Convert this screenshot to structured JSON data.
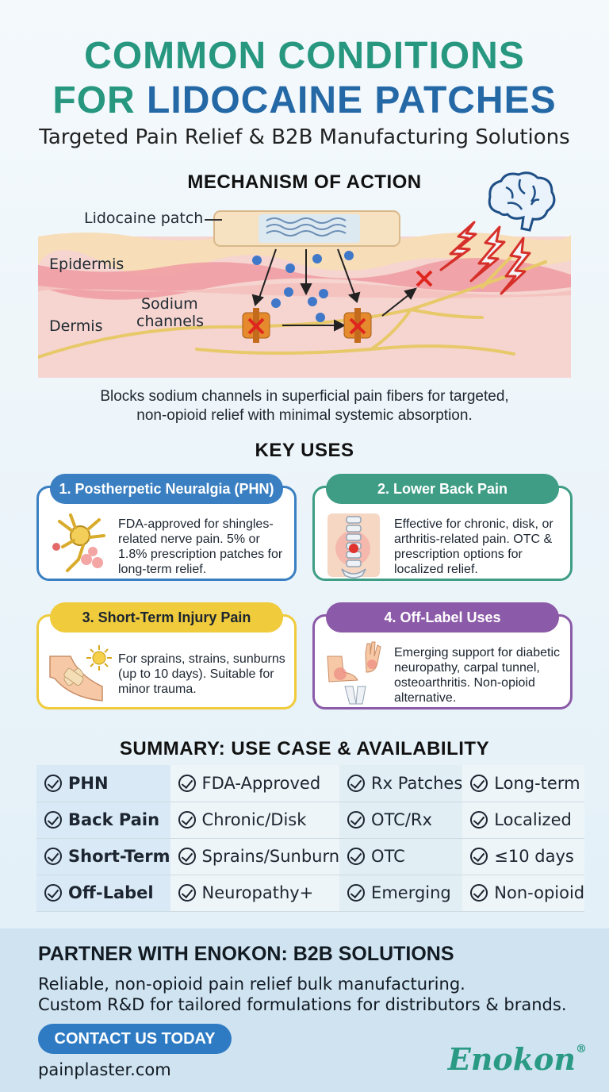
{
  "title": {
    "line1": "COMMON CONDITIONS",
    "line2_prefix": "FOR",
    "line2_main": "LIDOCAINE PATCHES",
    "subtitle": "Targeted Pain Relief & B2B Manufacturing Solutions"
  },
  "mechanism": {
    "heading": "MECHANISM OF ACTION",
    "labels": {
      "patch": "Lidocaine patch",
      "epidermis": "Epidermis",
      "sodium_line1": "Sodium",
      "sodium_line2": "channels",
      "dermis": "Dermis"
    },
    "caption_line1": "Blocks sodium channels in superficial pain fibers for targeted,",
    "caption_line2": "non-opioid relief with minimal systemic absorption."
  },
  "key_uses": {
    "heading": "KEY USES",
    "cards": [
      {
        "title": "1. Postherpetic Neuralgia (PHN)",
        "text": "FDA-approved for shingles-related nerve pain. 5% or 1.8% prescription patches for long-term relief.",
        "color": "#3a7fc1",
        "icon": "nerve-cell-icon"
      },
      {
        "title": "2. Lower Back Pain",
        "text": "Effective for chronic, disk, or arthritis-related pain. OTC & prescription options for localized relief.",
        "color": "#3e9d84",
        "icon": "spine-icon"
      },
      {
        "title": "3. Short-Term Injury Pain",
        "text": "For sprains, strains, sunburns (up to 10 days). Suitable for minor trauma.",
        "color": "#f0cb3c",
        "icon": "bandaged-arm-sun-icon"
      },
      {
        "title": "4. Off-Label Uses",
        "text": "Emerging support for diabetic neuropathy, carpal tunnel, osteoarthritis. Non-opioid alternative.",
        "color": "#8b5aa8",
        "icon": "foot-hand-knee-icon"
      }
    ]
  },
  "summary": {
    "heading": "SUMMARY: USE CASE & AVAILABILITY",
    "rows": [
      [
        "PHN",
        "FDA-Approved",
        "Rx Patches",
        "Long-term"
      ],
      [
        "Back Pain",
        "Chronic/Disk",
        "OTC/Rx",
        "Localized"
      ],
      [
        "Short-Term",
        "Sprains/Sunburn",
        "OTC",
        "≤10 days"
      ],
      [
        "Off-Label",
        "Neuropathy+",
        "Emerging",
        "Non-opioid"
      ]
    ]
  },
  "partner": {
    "heading": "PARTNER WITH ENOKON: B2B SOLUTIONS",
    "line1": "Reliable, non-opioid pain relief bulk manufacturing.",
    "line2": "Custom R&D for tailored formulations for distributors & brands.",
    "cta": "CONTACT US TODAY",
    "website": "painplaster.com",
    "brand": "Enokon",
    "brand_mark": "®"
  }
}
